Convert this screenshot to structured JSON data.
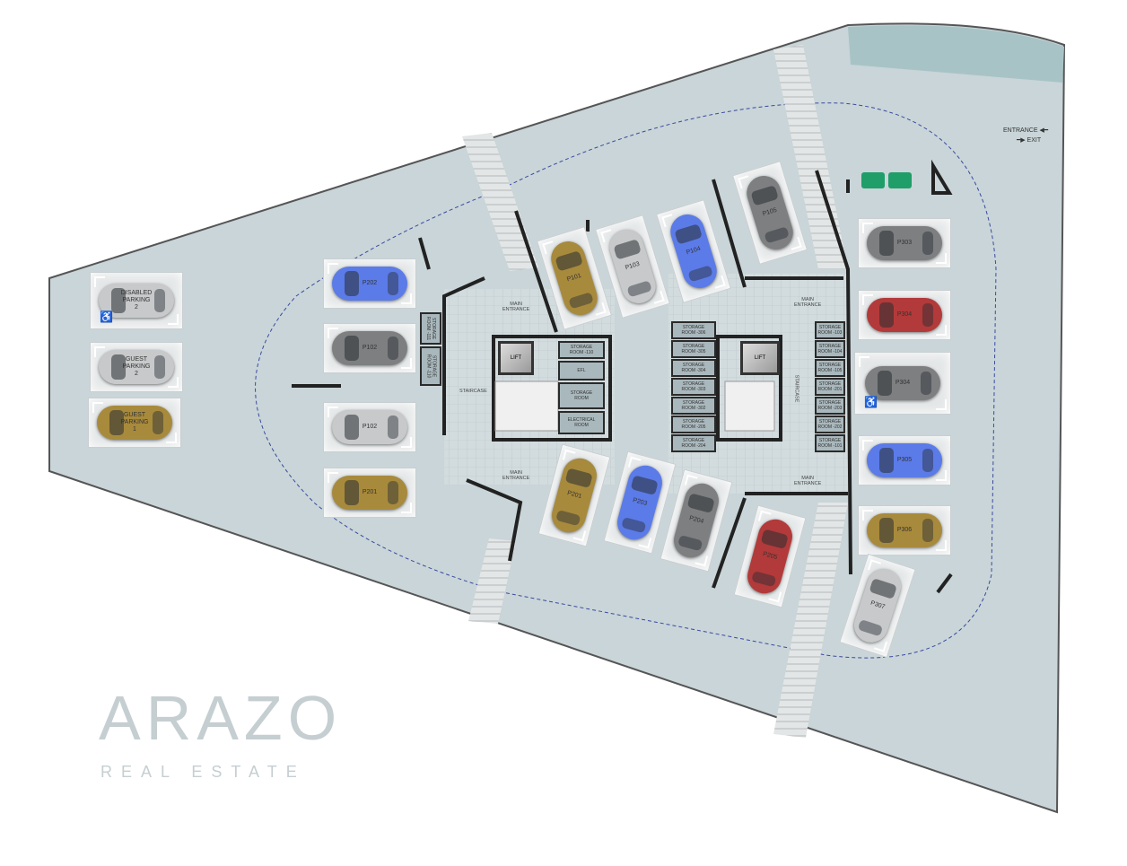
{
  "title_watermark": {
    "brand": "ARAZO",
    "sub": "REAL ESTATE"
  },
  "signage": {
    "entrance": "ENTRANCE ◀━",
    "exit": "━▶ EXIT"
  },
  "colors": {
    "ground": "#c9d5d8",
    "wall": "#222222",
    "route": "#3b4aa0",
    "gold": "#a88a3c",
    "blue": "#5b7be8",
    "red": "#b33a3a",
    "grey": "#7d7f80",
    "silver": "#c7c9ca",
    "bins": "#1f9e6a"
  },
  "labels": {
    "main_entrance": "MAIN\nENTRANCE",
    "staircase": "STAIRCASE",
    "lift": "LIFT",
    "efl": "EFL",
    "storage_room": "STORAGE\nROOM",
    "electrical_room": "ELECTRICAL\nROOM",
    "disabled_icon": "♿"
  },
  "parking": {
    "guest": [
      {
        "label": "DISABLED\nPARKING\n2",
        "color": "silver",
        "disabled": true
      },
      {
        "label": "GUEST\nPARKING\n2",
        "color": "silver"
      },
      {
        "label": "GUEST\nPARKING\n1",
        "color": "gold"
      }
    ],
    "west": [
      {
        "label": "P202",
        "color": "blue"
      },
      {
        "label": "P102",
        "color": "grey"
      },
      {
        "label": "P102",
        "color": "silver"
      },
      {
        "label": "P201",
        "color": "gold"
      }
    ],
    "north": [
      {
        "label": "P101",
        "color": "gold"
      },
      {
        "label": "P103",
        "color": "silver"
      },
      {
        "label": "P104",
        "color": "blue"
      },
      {
        "label": "P105",
        "color": "grey"
      }
    ],
    "south": [
      {
        "label": "P201",
        "color": "gold"
      },
      {
        "label": "P203",
        "color": "blue"
      },
      {
        "label": "P204",
        "color": "grey"
      },
      {
        "label": "P205",
        "color": "red"
      }
    ],
    "east": [
      {
        "label": "P303",
        "color": "grey"
      },
      {
        "label": "P304",
        "color": "red"
      },
      {
        "label": "P304",
        "color": "grey",
        "disabled": true
      },
      {
        "label": "P305",
        "color": "blue"
      },
      {
        "label": "P306",
        "color": "gold"
      },
      {
        "label": "P307",
        "color": "silver"
      }
    ]
  },
  "storage": {
    "west_core": [
      "STORAGE\nROOM -111",
      "STORAGE\nROOM -110",
      "STORAGE\nROOM -110"
    ],
    "center": [
      "STORAGE\nROOM -306",
      "STORAGE\nROOM -305",
      "STORAGE\nROOM -304",
      "STORAGE\nROOM -303",
      "STORAGE\nROOM -302",
      "STORAGE\nROOM -205",
      "STORAGE\nROOM -204"
    ],
    "east": [
      "STORAGE\nROOM -103",
      "STORAGE\nROOM -104",
      "STORAGE\nROOM -105",
      "STORAGE\nROOM -201",
      "STORAGE\nROOM -203",
      "STORAGE\nROOM -202",
      "STORAGE\nROOM -101"
    ]
  }
}
